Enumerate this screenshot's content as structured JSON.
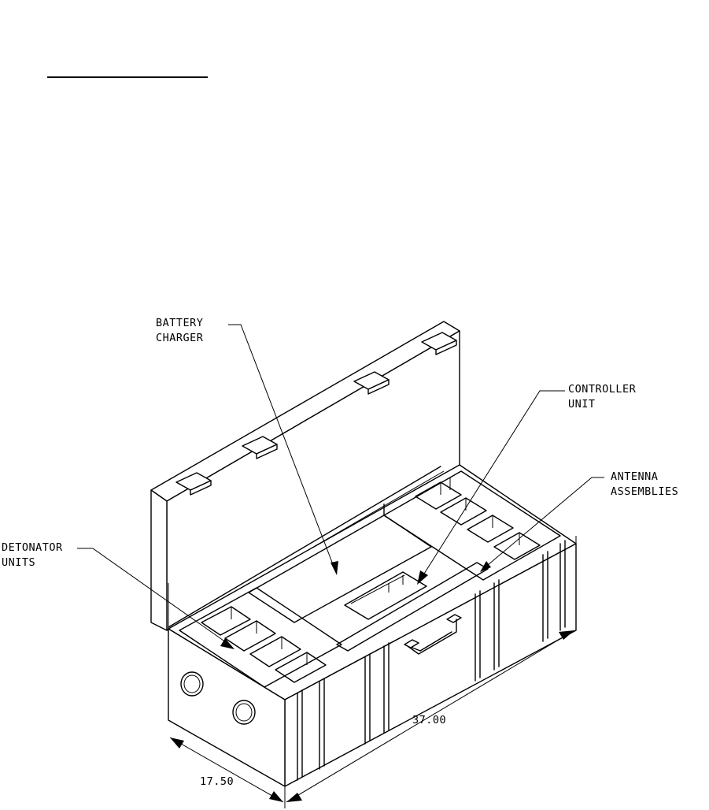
{
  "labels": {
    "battery_charger": [
      "BATTERY",
      "CHARGER"
    ],
    "controller_unit": [
      "CONTROLLER",
      "UNIT"
    ],
    "antenna_assemblies": [
      "ANTENNA",
      "ASSEMBLIES"
    ],
    "detonator_units": [
      "DETONATOR",
      "UNITS"
    ]
  },
  "dimensions": {
    "length": "37.00",
    "width": "17.50"
  }
}
